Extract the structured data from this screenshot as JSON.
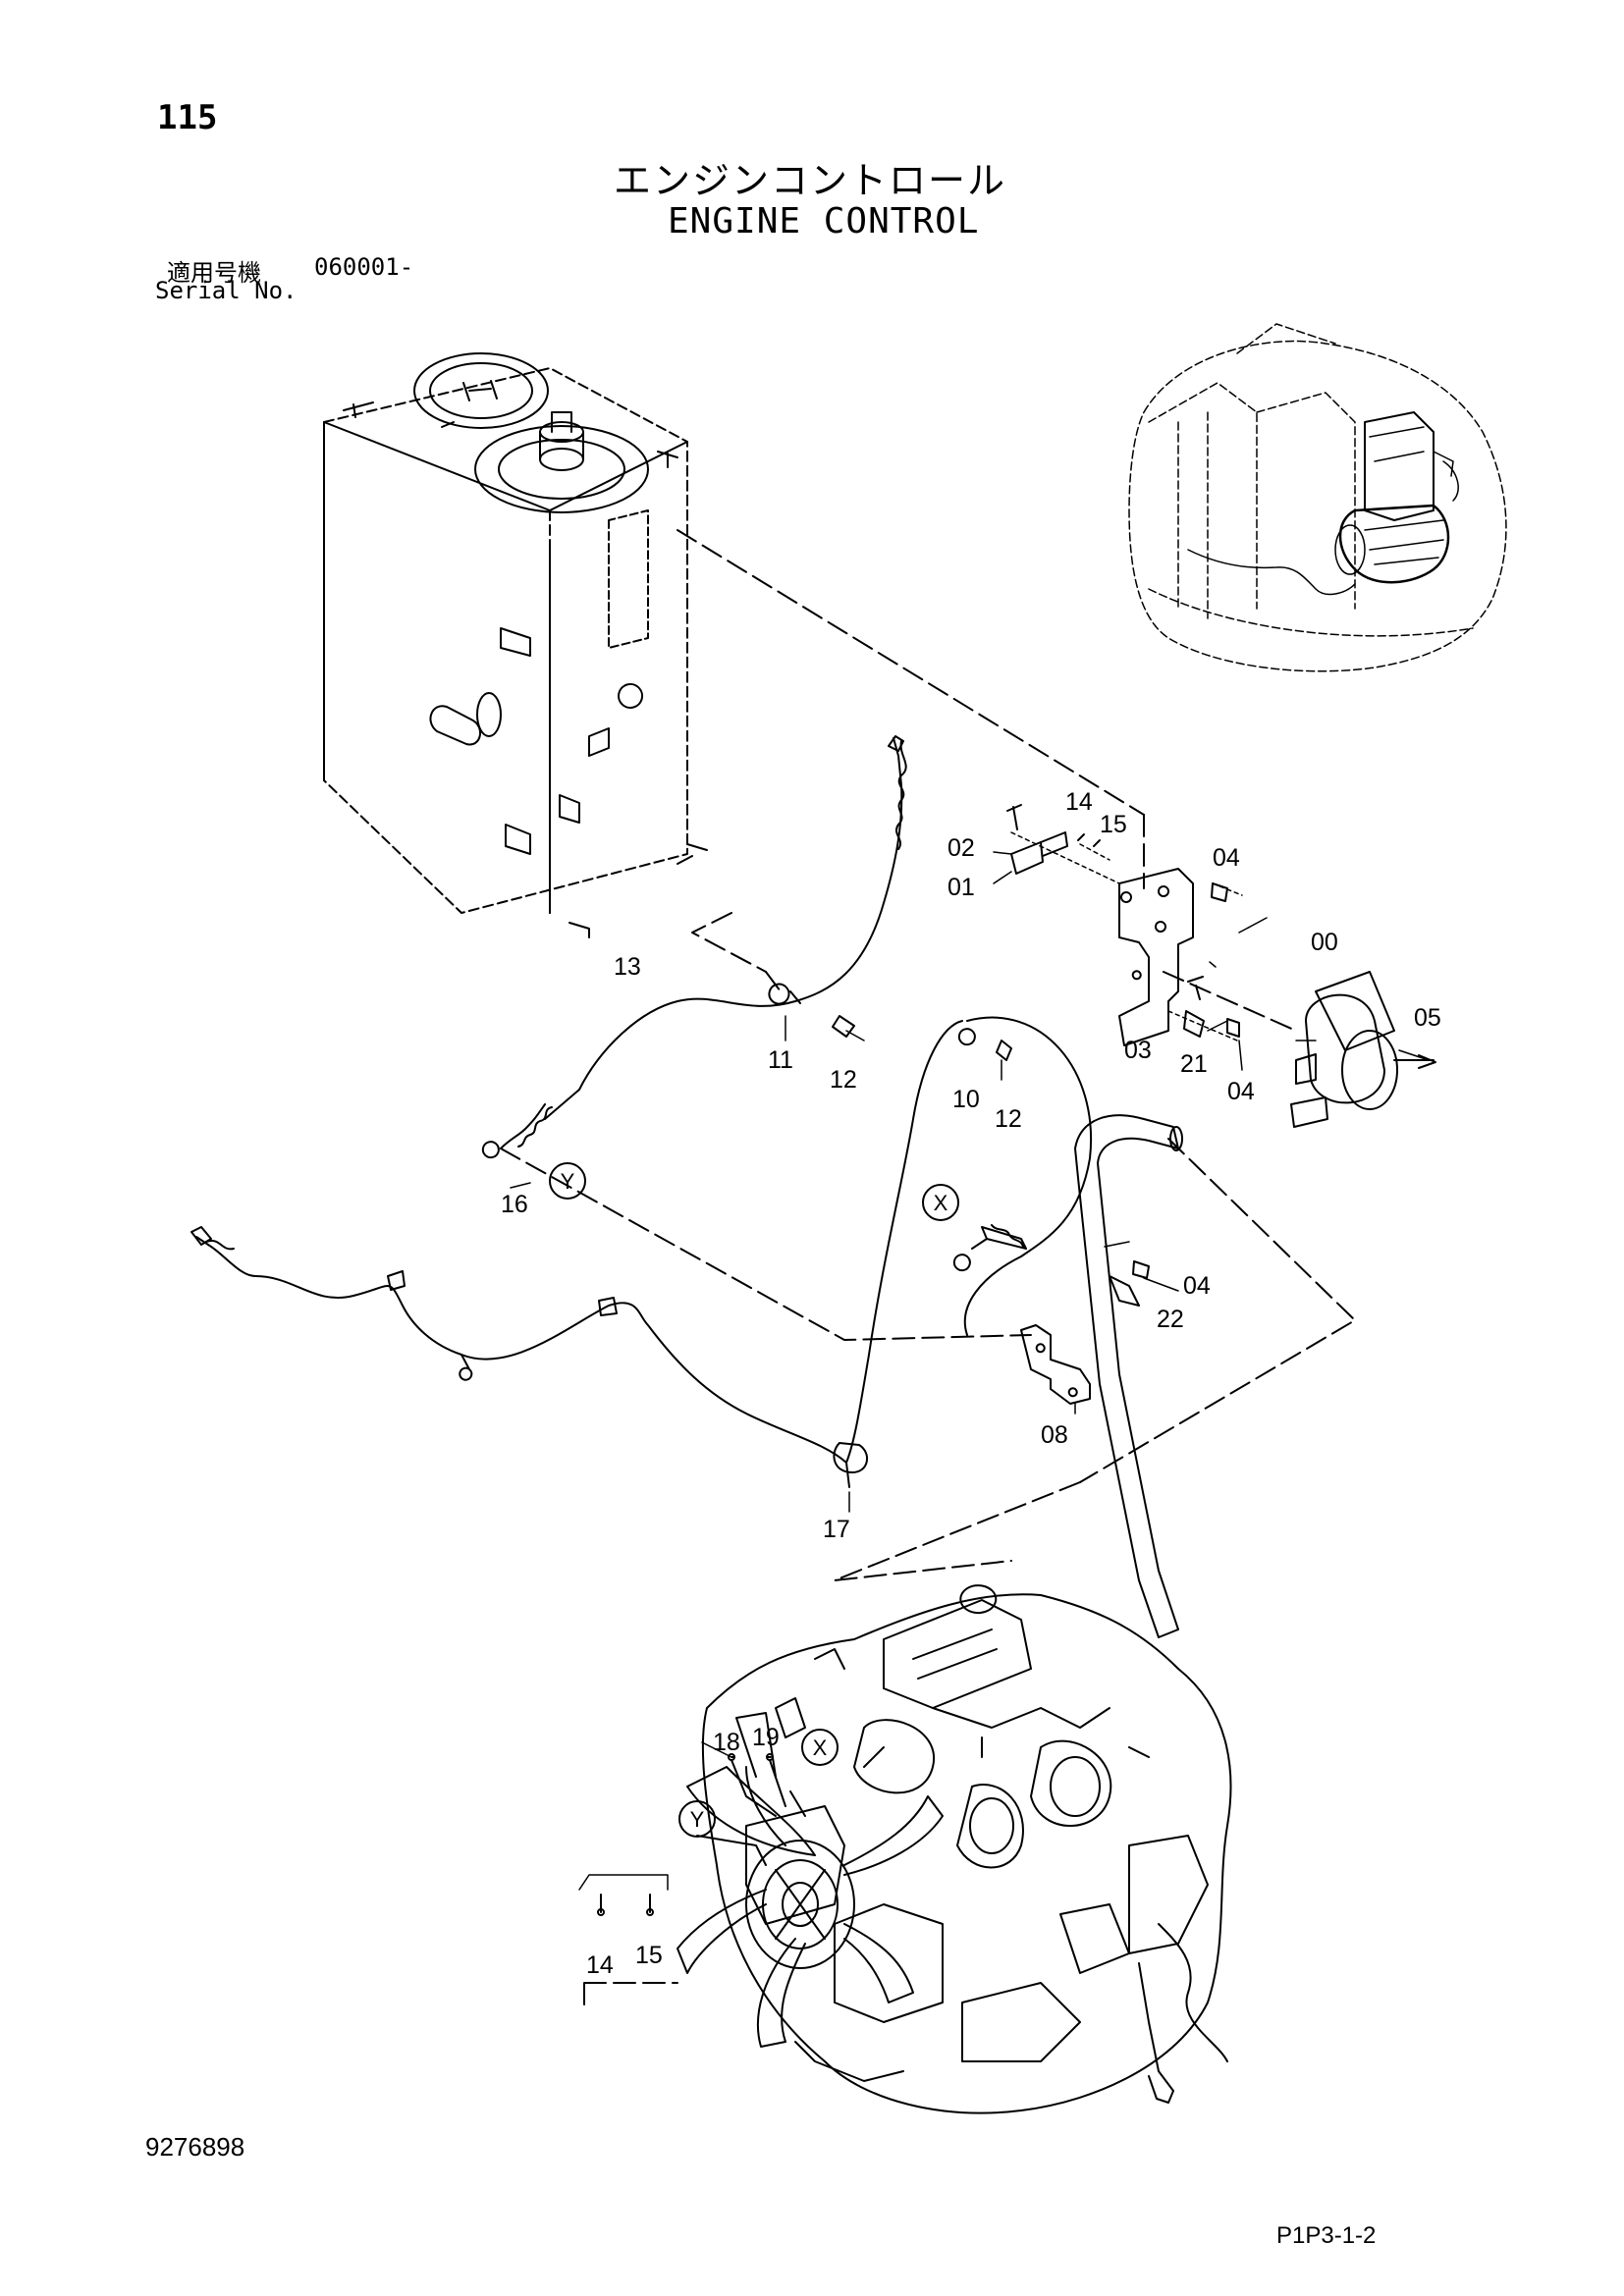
{
  "header": {
    "page_number": "115",
    "title_jp": "エンジンコントロール",
    "title_en": "ENGINE CONTROL",
    "serial_label_jp": "適用号機",
    "serial_value": "060001-",
    "serial_label_en": "Serial No."
  },
  "callouts": [
    {
      "id": "c00",
      "text": "00"
    },
    {
      "id": "c01",
      "text": "01"
    },
    {
      "id": "c02",
      "text": "02"
    },
    {
      "id": "c03",
      "text": "03"
    },
    {
      "id": "c04a",
      "text": "04"
    },
    {
      "id": "c04b",
      "text": "04"
    },
    {
      "id": "c04c",
      "text": "04"
    },
    {
      "id": "c05",
      "text": "05"
    },
    {
      "id": "c08",
      "text": "08"
    },
    {
      "id": "c10",
      "text": "10"
    },
    {
      "id": "c11",
      "text": "11"
    },
    {
      "id": "c12a",
      "text": "12"
    },
    {
      "id": "c12b",
      "text": "12"
    },
    {
      "id": "c13",
      "text": "13"
    },
    {
      "id": "c14a",
      "text": "14"
    },
    {
      "id": "c14b",
      "text": "14"
    },
    {
      "id": "c15a",
      "text": "15"
    },
    {
      "id": "c15b",
      "text": "15"
    },
    {
      "id": "c16",
      "text": "16"
    },
    {
      "id": "c17",
      "text": "17"
    },
    {
      "id": "c18",
      "text": "18"
    },
    {
      "id": "c19",
      "text": "19"
    },
    {
      "id": "c21",
      "text": "21"
    },
    {
      "id": "c22",
      "text": "22"
    }
  ],
  "reference_marks": [
    {
      "id": "y1",
      "text": "Y"
    },
    {
      "id": "x1",
      "text": "X"
    },
    {
      "id": "x2",
      "text": "X"
    },
    {
      "id": "y2",
      "text": "Y"
    }
  ],
  "footer": {
    "document_number": "9276898",
    "page_code": "P1P3-1-2"
  }
}
